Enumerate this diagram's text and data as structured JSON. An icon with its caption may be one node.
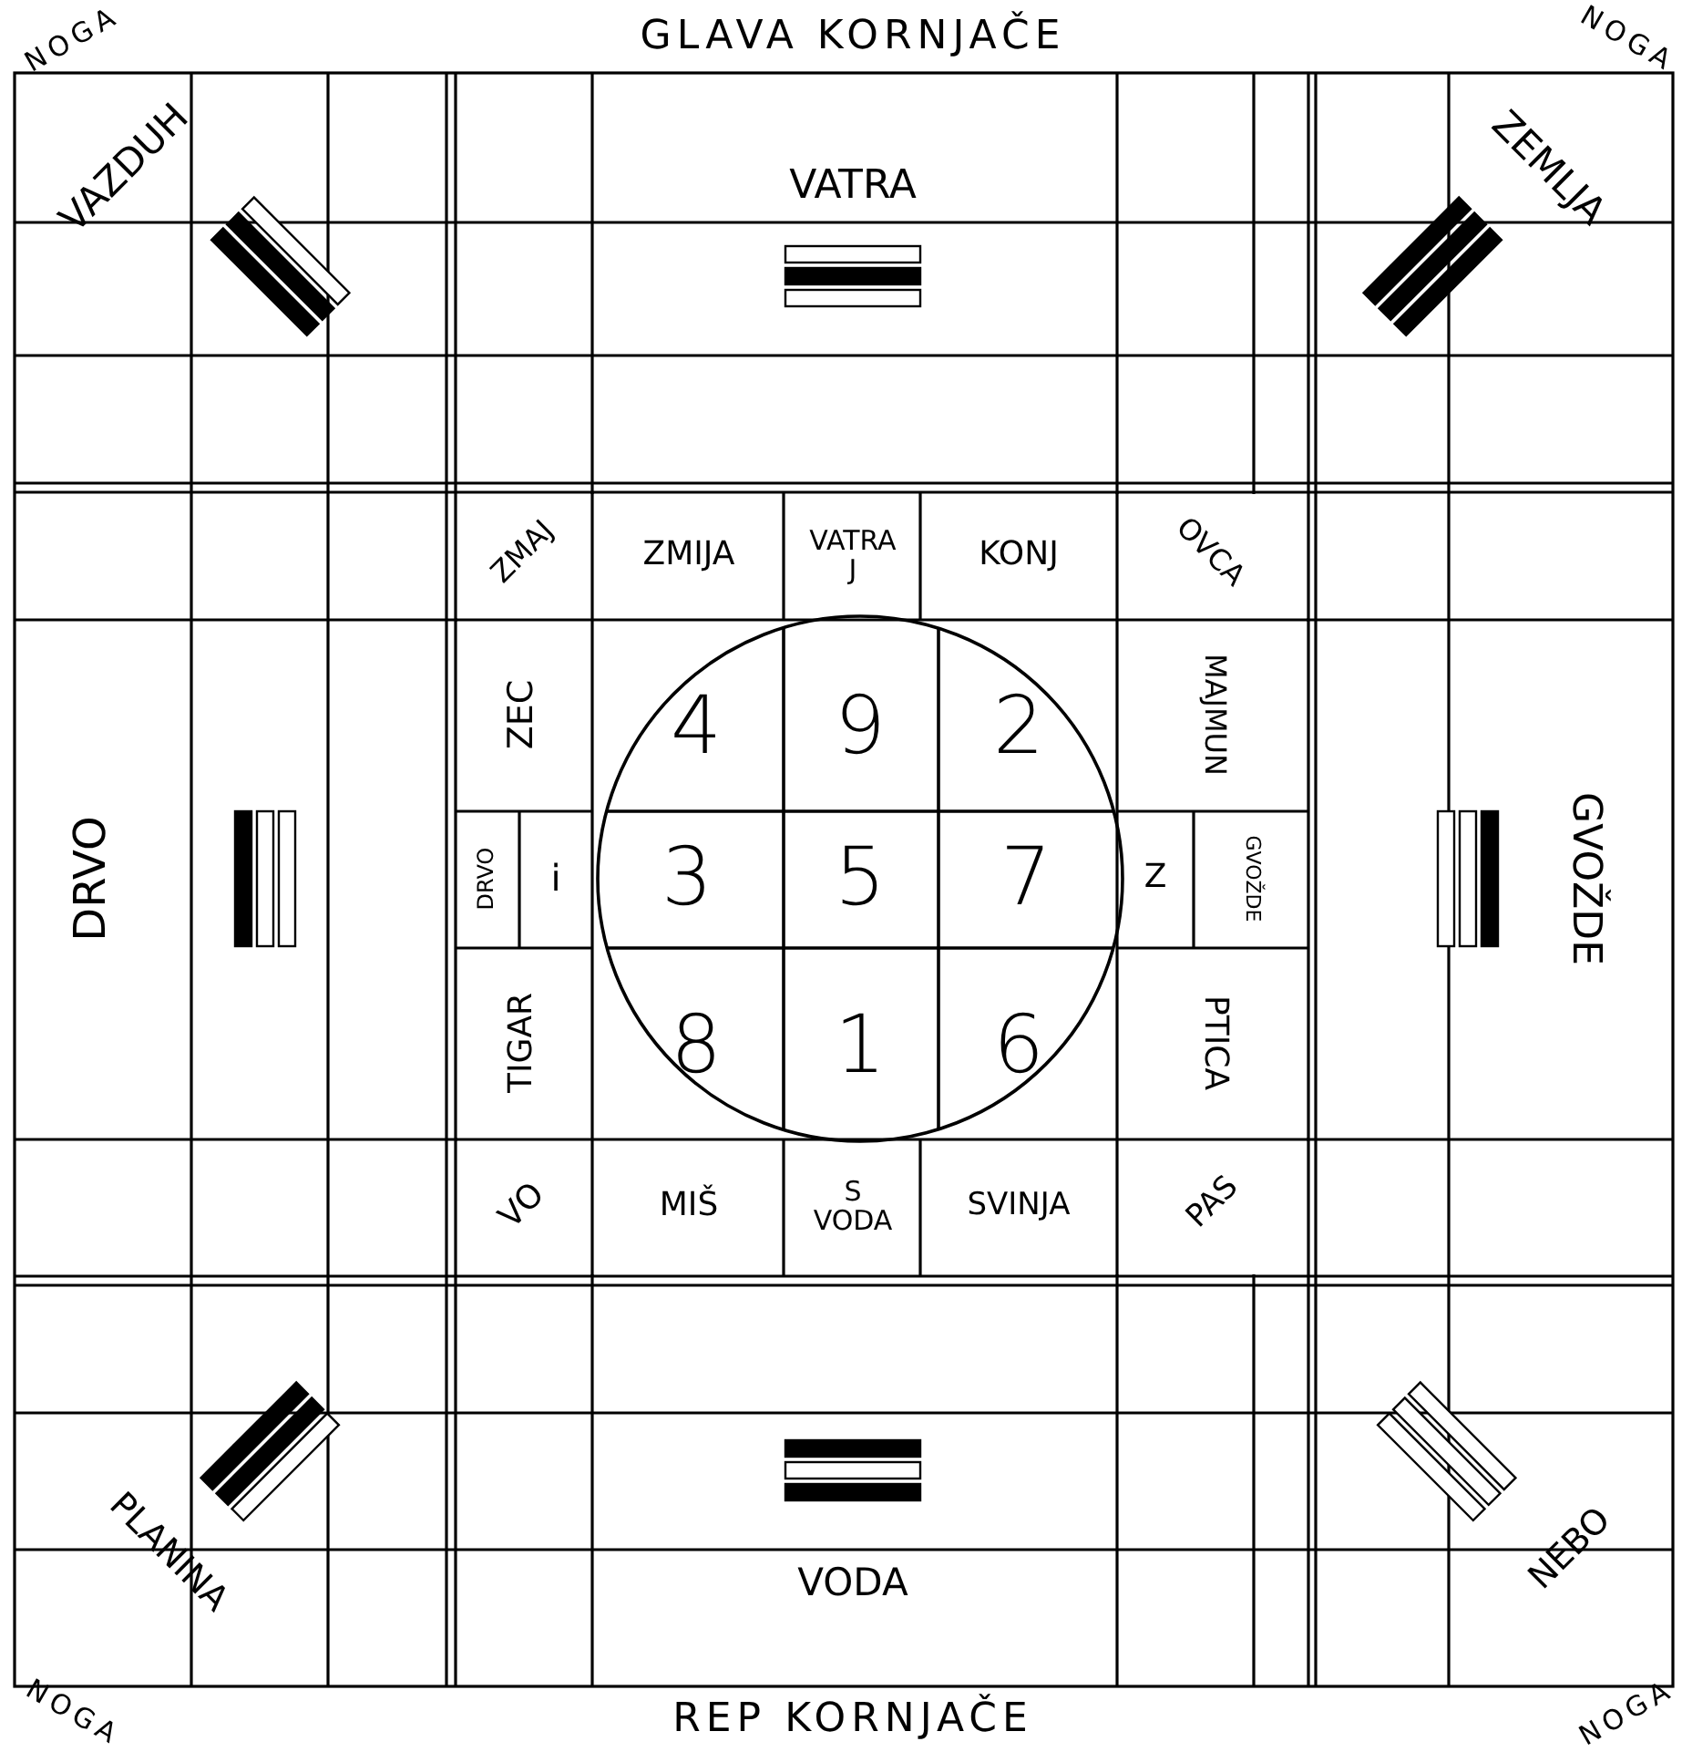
{
  "diagram": {
    "title": "GLAVA KORNJAČE",
    "caption": "REP KORNJAČE",
    "nodes": [
      {
        "text": [
          "VAZDUH"
        ]
      },
      {
        "text": [
          "VATRA"
        ]
      },
      {
        "text": [
          "ZEMLJA"
        ]
      },
      {
        "text": [
          "DRVO"
        ]
      },
      {
        "text": [
          "ZMAJ"
        ]
      },
      {
        "text": [
          "ZMIJA"
        ]
      },
      {
        "text": [
          "VATRA",
          "J"
        ]
      },
      {
        "text": [
          "KONJ"
        ]
      },
      {
        "text": [
          "OVCA"
        ]
      },
      {
        "text": [
          "ZEC"
        ]
      },
      {
        "text": [],
        "shape": "circle"
      },
      {
        "text": [
          "4"
        ],
        "in": 10
      },
      {
        "text": [
          "9"
        ],
        "in": 10
      },
      {
        "text": [
          "2"
        ],
        "in": 10
      },
      {
        "text": [
          "MAJMUN"
        ]
      },
      {
        "text": [
          "DRVO"
        ]
      },
      {
        "text": [
          "i"
        ]
      },
      {
        "text": [
          "3"
        ],
        "in": 10
      },
      {
        "text": [
          "5"
        ],
        "in": 10
      },
      {
        "text": [
          "7"
        ],
        "in": 10
      },
      {
        "text": [
          "Z"
        ]
      },
      {
        "text": [
          "GVOŽDE"
        ]
      },
      {
        "text": [
          "GVOŽDE"
        ]
      },
      {
        "text": [
          "TIGAR"
        ]
      },
      {
        "text": [
          "8"
        ],
        "in": 10
      },
      {
        "text": [
          "1"
        ],
        "in": 10
      },
      {
        "text": [
          "6"
        ],
        "in": 10
      },
      {
        "text": [
          "PTICA"
        ]
      },
      {
        "text": [
          "VO"
        ]
      },
      {
        "text": [
          "MIŠ"
        ]
      },
      {
        "text": [
          "S",
          "VODA"
        ]
      },
      {
        "text": [
          "SVINJA"
        ]
      },
      {
        "text": [
          "PAS"
        ]
      },
      {
        "text": [
          "PLANINA"
        ]
      },
      {
        "text": [
          "VODA"
        ]
      },
      {
        "text": [
          "NEBO"
        ]
      }
    ],
    "labels": [
      "NOGA",
      "NOGA",
      "NOGA",
      "NOGA"
    ]
  }
}
